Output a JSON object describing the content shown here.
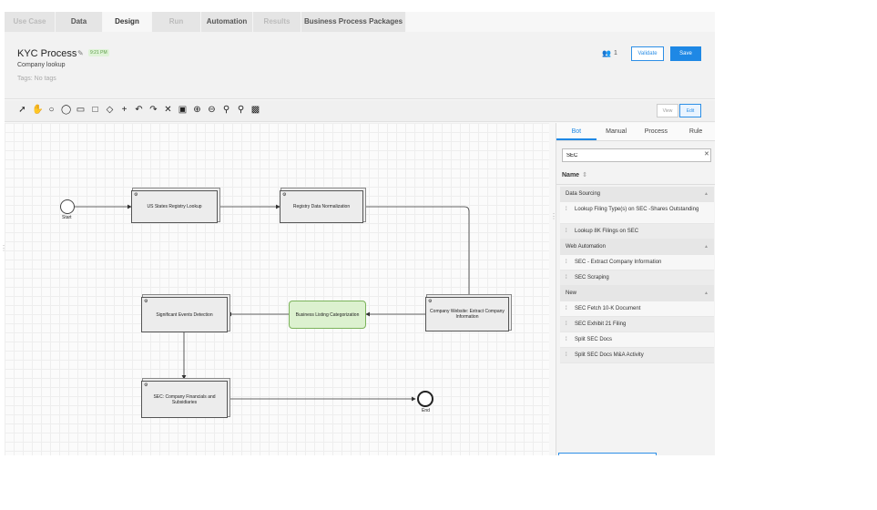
{
  "tabs": [
    {
      "label": "Use Case",
      "state": "disabled"
    },
    {
      "label": "Data",
      "state": "normal"
    },
    {
      "label": "Design",
      "state": "active"
    },
    {
      "label": "Run",
      "state": "disabled"
    },
    {
      "label": "Automation",
      "state": "normal"
    },
    {
      "label": "Results",
      "state": "disabled"
    },
    {
      "label": "Business Process Packages",
      "state": "normal"
    }
  ],
  "header": {
    "title": "KYC Process",
    "time_badge": "9:21 PM",
    "subtitle": "Company lookup",
    "tags": "Tags: No tags",
    "user_count": "1",
    "validate_label": "Validate",
    "save_label": "Save"
  },
  "toolbar": {
    "tools": [
      {
        "name": "pointer-tool-icon",
        "glyph": "➚"
      },
      {
        "name": "hand-tool-icon",
        "glyph": "✋"
      },
      {
        "name": "start-event-tool-icon",
        "glyph": "○"
      },
      {
        "name": "end-event-tool-icon",
        "glyph": "◯"
      },
      {
        "name": "task-tool-icon",
        "glyph": "▭"
      },
      {
        "name": "subprocess-tool-icon",
        "glyph": "□"
      },
      {
        "name": "gateway-tool-icon",
        "glyph": "◇"
      },
      {
        "name": "add-icon",
        "glyph": "+"
      },
      {
        "name": "undo-icon",
        "glyph": "↶"
      },
      {
        "name": "redo-icon",
        "glyph": "↷"
      },
      {
        "name": "delete-icon",
        "glyph": "✕"
      },
      {
        "name": "image-icon",
        "glyph": "▣"
      },
      {
        "name": "zoom-in-icon",
        "glyph": "⊕"
      },
      {
        "name": "zoom-out-icon",
        "glyph": "⊖"
      },
      {
        "name": "zoom-fit-icon",
        "glyph": "⚲"
      },
      {
        "name": "zoom-reset-icon",
        "glyph": "⚲"
      },
      {
        "name": "fullscreen-icon",
        "glyph": "▩"
      }
    ],
    "view_label": "View",
    "edit_label": "Edit"
  },
  "diagram": {
    "nodes": [
      {
        "id": "us-states",
        "label": "US States Registry Lookup",
        "marker": "⚙"
      },
      {
        "id": "normalization",
        "label": "Registry Data Normalization",
        "marker": "⚙"
      },
      {
        "id": "company-website",
        "label": "Company Website: Extract Company Information",
        "marker": "⚙"
      },
      {
        "id": "business-listing",
        "label": "Business Listing Categorization",
        "marker": ""
      },
      {
        "id": "significant-events",
        "label": "Significant Events Detection",
        "marker": "⚙"
      },
      {
        "id": "sec-financials",
        "label": "SEC: Company Financials and Subsidiaries",
        "marker": "⚙"
      }
    ],
    "start_label": "Start",
    "end_label": "End"
  },
  "panel": {
    "tabs": [
      "Bot",
      "Manual",
      "Process",
      "Rule"
    ],
    "active_tab": "Bot",
    "search_value": "SEC",
    "name_header": "Name",
    "groups": [
      {
        "title": "Data Sourcing",
        "items": [
          "Lookup Filing Type(s) on SEC -Shares Outstanding",
          "Lookup 8K Filings on SEC"
        ]
      },
      {
        "title": "Web Automation",
        "items": [
          "SEC - Extract Company Information",
          "SEC Scraping"
        ]
      },
      {
        "title": "New",
        "items": [
          "SEC Fetch 10-K Document",
          "SEC Exhibit 21 Filing",
          "Split SEC Docs",
          "Split SEC Docs M&A Activity"
        ]
      }
    ]
  }
}
